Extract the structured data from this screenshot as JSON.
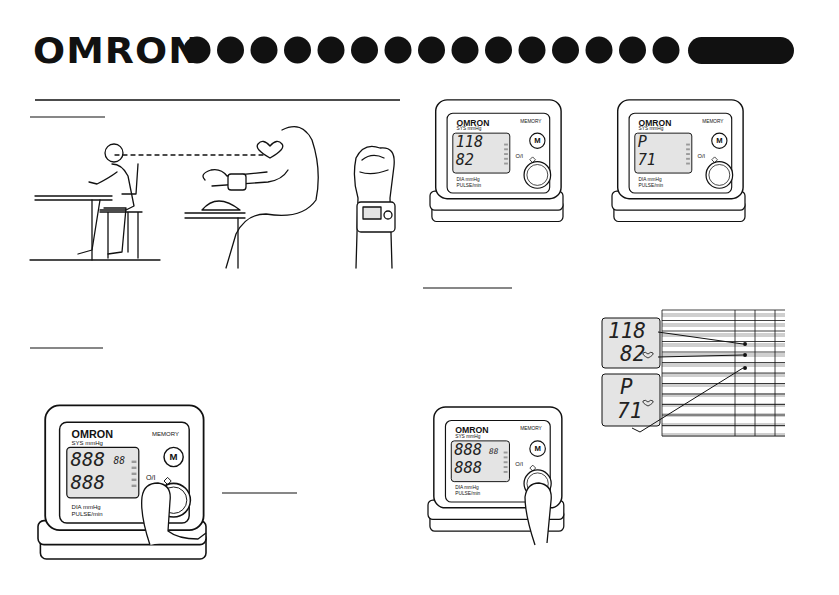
{
  "diagram": {
    "labels": [
      "OMRON",
      "OMRON",
      "SYS mmHg",
      "MEMORY",
      "M",
      "O/I",
      "888",
      "888",
      "88",
      "DIA mmHg",
      "PULSE/min",
      "OMRON",
      "SYS mmHg",
      "MEMORY",
      "M",
      "O/I",
      "118",
      "82",
      "DIA mmHg",
      "PULSE/min",
      "OMRON",
      "SYS mmHg",
      "MEMORY",
      "M",
      "O/I",
      "P",
      "71",
      "DIA mmHg",
      "PULSE/min",
      "OMRON",
      "SYS mmHg",
      "MEMORY",
      "M",
      "O/I",
      "888",
      "888",
      "88",
      "DIA mmHg",
      "PULSE/min",
      "118",
      "82",
      "P",
      "71"
    ]
  }
}
